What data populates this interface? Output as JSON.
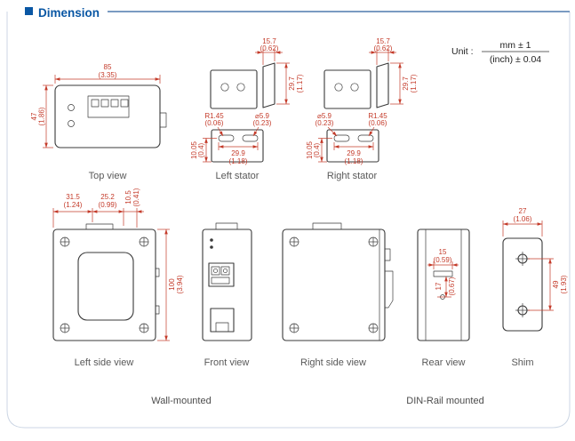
{
  "header": {
    "title": "Dimension"
  },
  "unit": {
    "label": "Unit :",
    "mm_tolerance": "mm ± 1",
    "inch_tolerance": "(inch) ± 0.04"
  },
  "views": {
    "top": {
      "label": "Top view",
      "width_mm": "85",
      "width_in": "(3.35)",
      "height_mm": "47",
      "height_in": "(1.86)"
    },
    "left_stator": {
      "label": "Left stator",
      "flange_mm": "15.7",
      "flange_in": "(0.62)",
      "height_mm": "29.7",
      "height_in": "(1.17)",
      "radius_mm": "R1.45",
      "radius_in": "(0.06)",
      "hole_mm": "⌀5.9",
      "hole_in": "(0.23)",
      "span_mm": "29.9",
      "span_in": "(1.18)",
      "offset_mm": "10.05",
      "offset_in": "(0.4)"
    },
    "right_stator": {
      "label": "Right stator",
      "flange_mm": "15.7",
      "flange_in": "(0.62)",
      "height_mm": "29.7",
      "height_in": "(1.17)",
      "radius_mm": "R1.45",
      "radius_in": "(0.06)",
      "hole_mm": "⌀5.9",
      "hole_in": "(0.23)",
      "span_mm": "29.9",
      "span_in": "(1.18)",
      "offset_mm": "10.05",
      "offset_in": "(0.4)"
    },
    "left_side": {
      "label": "Left side view",
      "seg1_mm": "31.5",
      "seg1_in": "(1.24)",
      "seg2_mm": "25.2",
      "seg2_in": "(0.99)",
      "seg3_mm": "10.5",
      "seg3_in": "(0.41)",
      "height_mm": "100",
      "height_in": "(3.94)"
    },
    "front": {
      "label": "Front view"
    },
    "right_side": {
      "label": "Right side view"
    },
    "rear": {
      "label": "Rear view",
      "clip_width_mm": "15",
      "clip_width_in": "(0.59)",
      "clip_height_mm": "17",
      "clip_height_in": "(0.67)"
    },
    "shim": {
      "label": "Shim",
      "width_mm": "27",
      "width_in": "(1.06)",
      "hole_span_mm": "49",
      "hole_span_in": "(1.93)"
    }
  },
  "captions": {
    "wall_mounted": "Wall-mounted",
    "din_rail_mounted": "DIN-Rail mounted"
  },
  "colors": {
    "accent_blue": "#0a57a4",
    "dimension_red": "#c43b2a",
    "outline_gray": "#3a3a3a",
    "label_gray": "#585858"
  }
}
